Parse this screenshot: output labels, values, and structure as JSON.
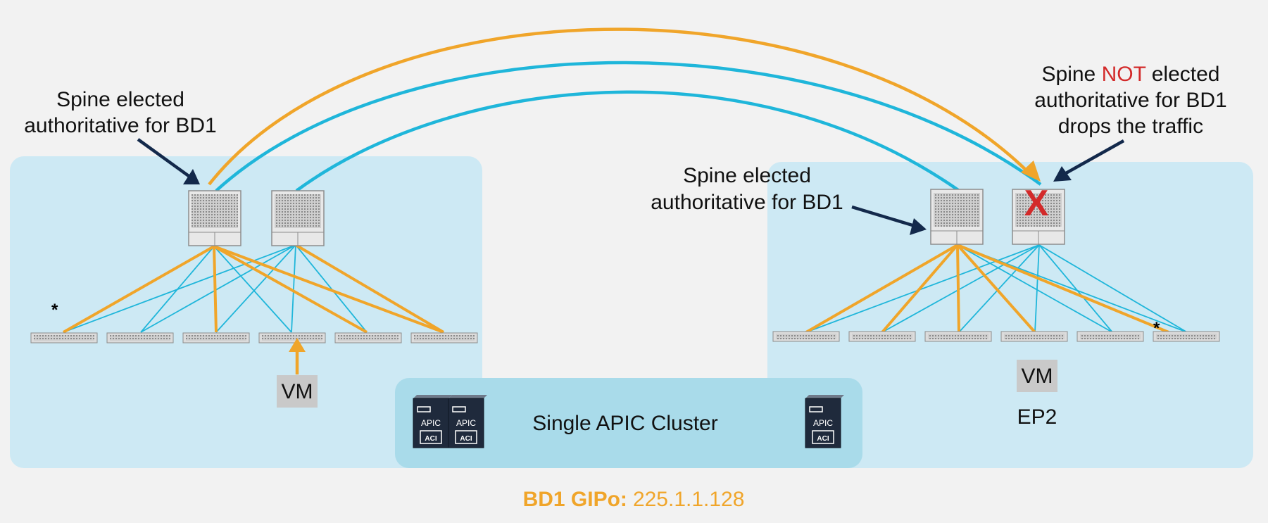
{
  "colors": {
    "background": "#f2f2f2",
    "pod_fill": "#cde9f4",
    "apic_fill": "#a9dbea",
    "orange": "#f0a52a",
    "blue": "#1fb6da",
    "navy": "#13294b",
    "red": "#d32a2a",
    "vm_box": "#c9c9c9"
  },
  "labels": {
    "left_spine_label": [
      "Spine elected",
      "authoritative for BD1"
    ],
    "right_spine_label": [
      "Spine elected",
      "authoritative for BD1"
    ],
    "not_elected": {
      "line1_prefix": "Spine ",
      "line1_highlight": "NOT",
      "line1_suffix": " elected",
      "line2": "authoritative for BD1",
      "line3": "drops the traffic"
    },
    "vm_left": "VM",
    "vm_right": "VM",
    "ep2": "EP2",
    "apic_cluster": "Single APIC Cluster",
    "apic_device_text": "APIC",
    "aci_text": "ACI",
    "drop_mark": "X",
    "asterisk": "*",
    "gipo_label": "BD1 GIPo:",
    "gipo_value": "225.1.1.128"
  },
  "icons": [
    "spine-switch-icon",
    "leaf-switch-icon",
    "apic-server-icon",
    "drop-x-icon",
    "pointer-arrow-icon"
  ]
}
